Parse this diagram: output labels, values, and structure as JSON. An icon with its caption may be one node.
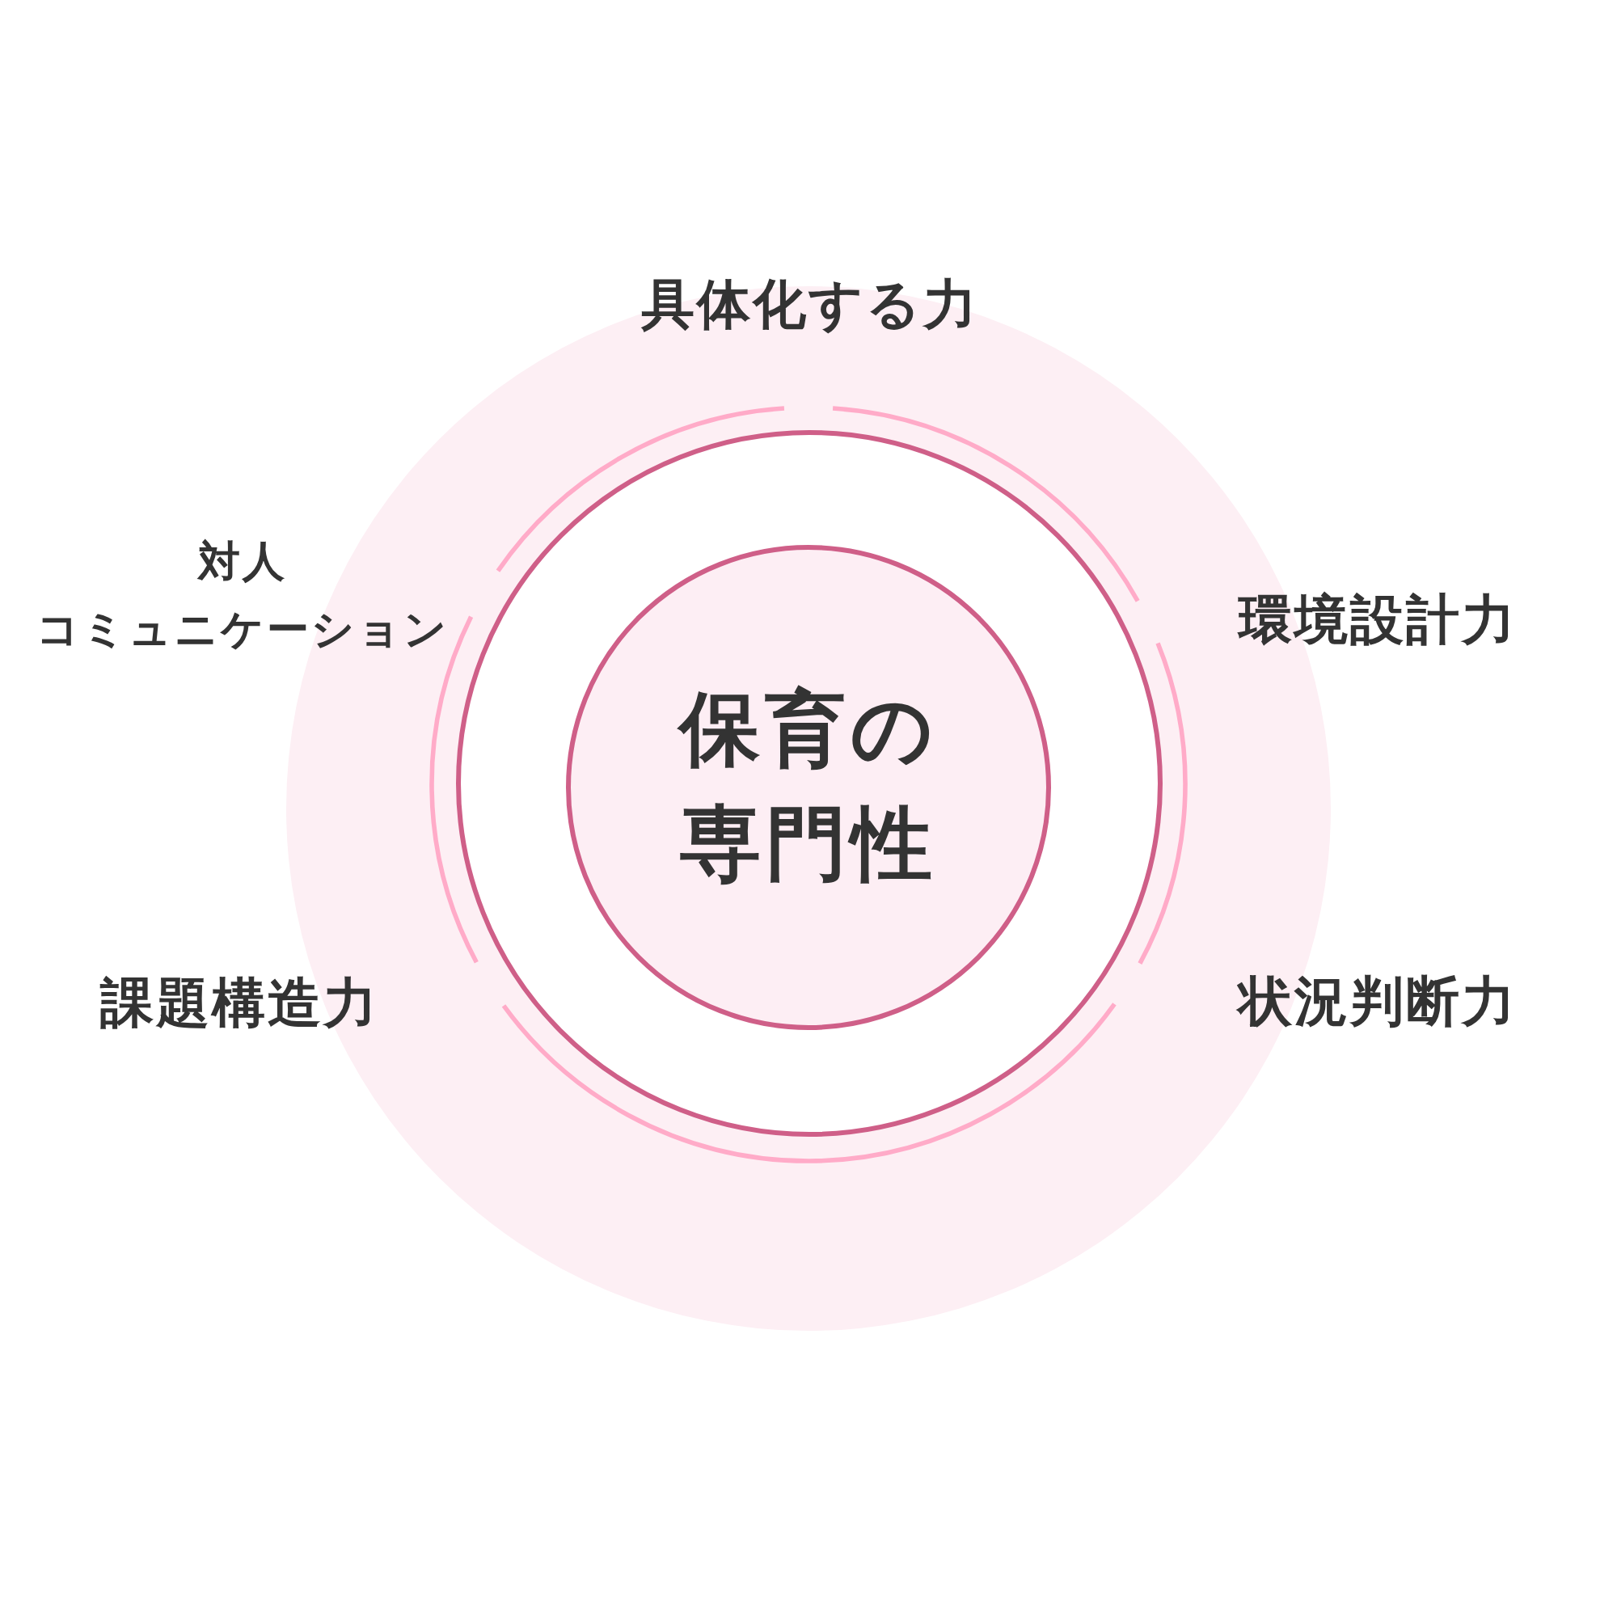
{
  "diagram": {
    "nodes": [
      {
        "text": [],
        "shape": "circle"
      },
      {
        "text": [
          "保育の専門性"
        ],
        "in": 0
      }
    ],
    "labels": [
      "具体化する力",
      "対人コミュニケーション",
      "環境設計力",
      "課題構造力",
      "状況判断力"
    ]
  }
}
